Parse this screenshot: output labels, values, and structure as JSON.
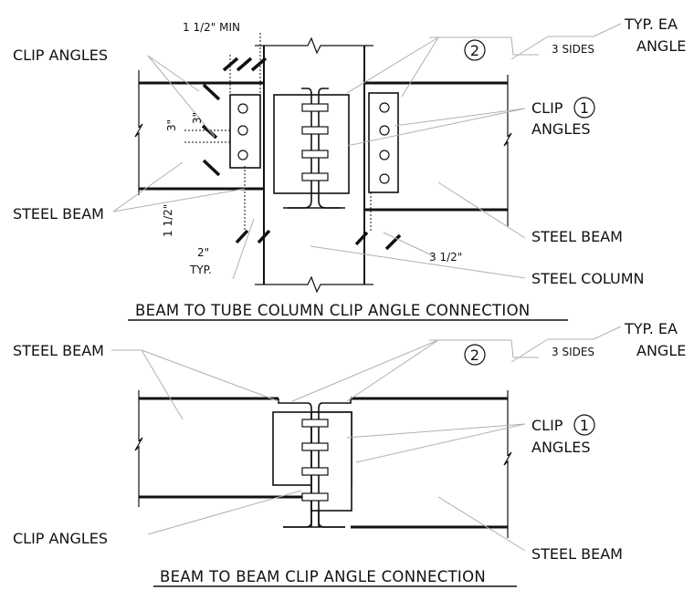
{
  "top": {
    "labels": {
      "clip_angles_left": "CLIP ANGLES",
      "steel_beam_left": "STEEL BEAM",
      "clip_right_line1": "CLIP",
      "clip_right_num": "1",
      "clip_right_line2": "ANGLES",
      "steel_beam_right": "STEEL BEAM",
      "steel_column": "STEEL COLUMN",
      "weld_num": "2",
      "weld_sides": "3 SIDES",
      "typ_line1": "TYP. EA",
      "typ_line2": "ANGLE"
    },
    "dims": {
      "min": "1 1/2\" MIN",
      "three_a": "3\"",
      "three_b": "3\"",
      "one_half": "1 1/2\"",
      "two": "2\"",
      "typ": "TYP.",
      "three_half": "3 1/2\""
    },
    "title": "BEAM TO TUBE COLUMN CLIP ANGLE CONNECTION"
  },
  "bottom": {
    "labels": {
      "steel_beam_left": "STEEL BEAM",
      "clip_angles_left": "CLIP ANGLES",
      "clip_right_line1": "CLIP",
      "clip_right_num": "1",
      "clip_right_line2": "ANGLES",
      "steel_beam_right": "STEEL BEAM",
      "weld_num": "2",
      "weld_sides": "3 SIDES",
      "typ_line1": "TYP. EA",
      "typ_line2": "ANGLE"
    },
    "title": "BEAM TO BEAM CLIP ANGLE CONNECTION"
  }
}
